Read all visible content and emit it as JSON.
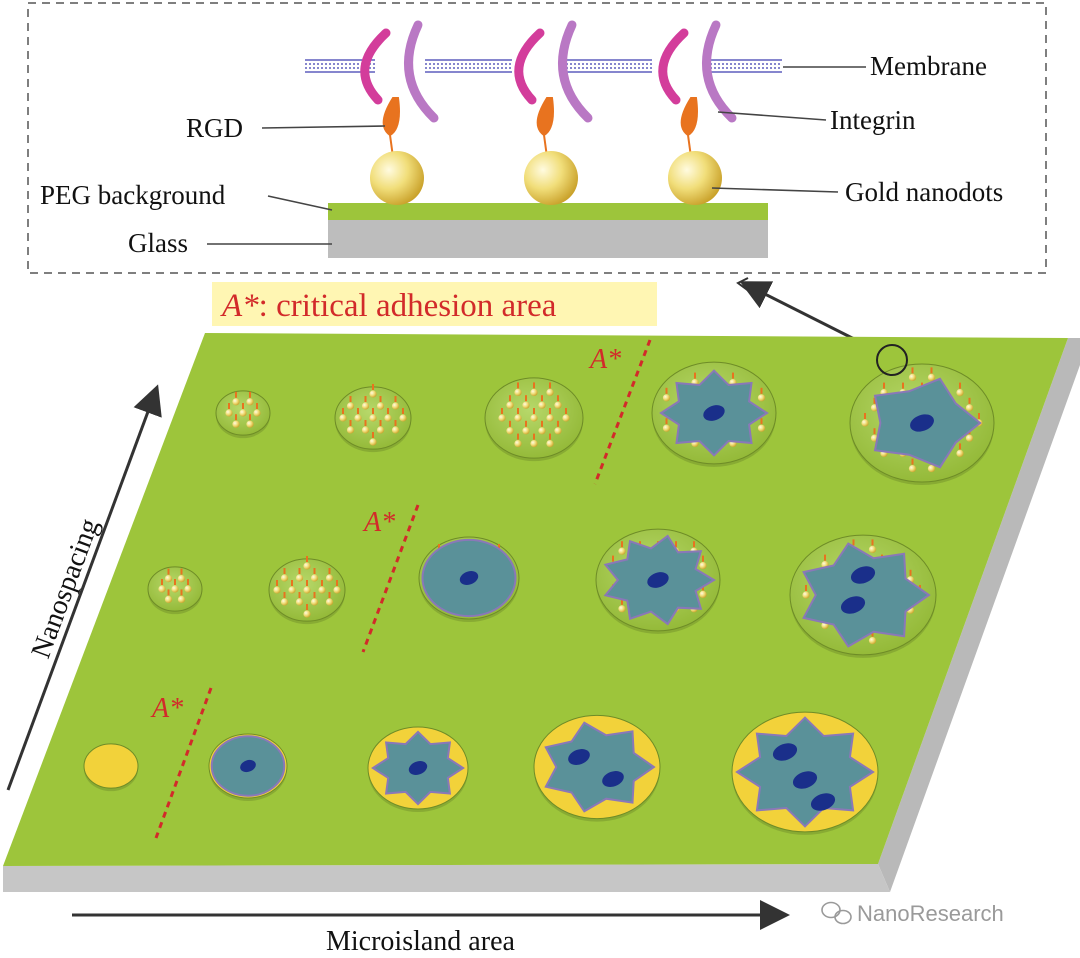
{
  "inset": {
    "membrane_label": "Membrane",
    "integrin_label": "Integrin",
    "rgd_label": "RGD",
    "peg_label": "PEG background",
    "gold_label": "Gold nanodots",
    "glass_label": "Glass"
  },
  "critical": {
    "banner_prefix": "A*",
    "banner_suffix": ": critical adhesion area",
    "marker": "A*"
  },
  "axes": {
    "y_label": "Nanospacing",
    "x_label": "Microisland area"
  },
  "watermark": {
    "text": "NanoResearch",
    "icon": "wechat-icon"
  },
  "colors": {
    "plate_green": "#9dc53b",
    "plate_side": "#b9b9b9",
    "gold": "#f2d23a",
    "rgd": "#e8731f",
    "cell": "#5a9199",
    "nucleus": "#1a2f8a",
    "integrin_magenta": "#d33d9b",
    "integrin_violet": "#b978c4",
    "membrane": "#3d3db0",
    "dashed_red": "#d22a2a"
  }
}
